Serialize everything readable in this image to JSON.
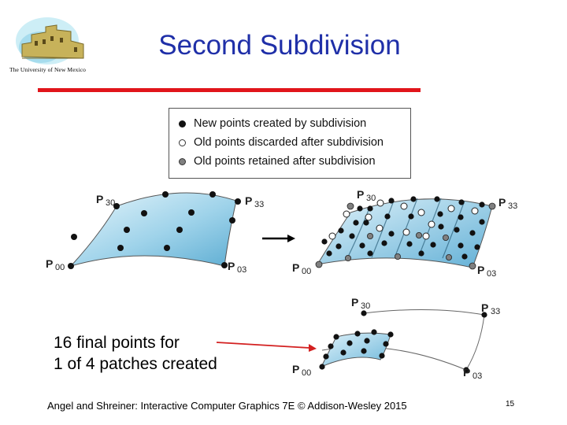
{
  "slide": {
    "title": "Second Subdivision",
    "logo_caption": "The University of New Mexico",
    "note_line1": "16 final points for",
    "note_line2": "1 of 4 patches created",
    "footer": "Angel and Shreiner: Interactive Computer Graphics 7E © Addison-Wesley 2015",
    "page_number": "15"
  },
  "legend": {
    "items": [
      {
        "label": "New points created by subdivision",
        "style": "filled-black"
      },
      {
        "label": "Old points discarded after subdivision",
        "style": "hollow-white"
      },
      {
        "label": "Old points retained after subdivision",
        "style": "filled-gray"
      }
    ]
  },
  "labels": {
    "p30": {
      "main": "P",
      "sub": "30"
    },
    "p33": {
      "main": "P",
      "sub": "33"
    },
    "p00": {
      "main": "P",
      "sub": "00"
    },
    "p03": {
      "main": "P",
      "sub": "03"
    }
  },
  "colors": {
    "title": "#1f2fa8",
    "rule": "#e1151b",
    "surface_light": "#dff1f9",
    "surface_dark": "#6fb9d9",
    "arrow_red": "#d32020",
    "new_point": "#111111",
    "retained_point": "#808080"
  }
}
